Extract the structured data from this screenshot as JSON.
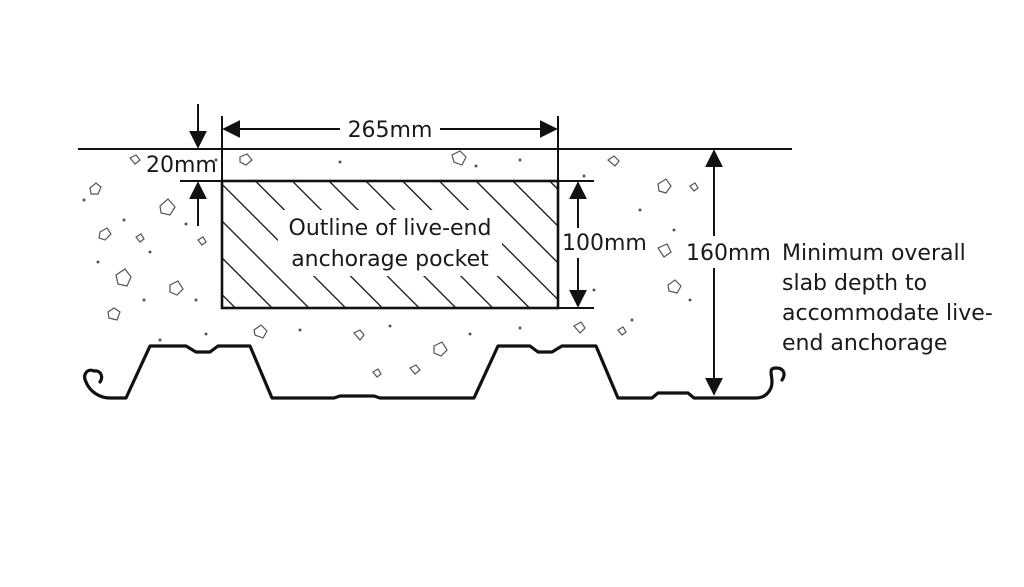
{
  "labels": {
    "width": "265mm",
    "cover": "20mm",
    "pocket_depth": "100mm",
    "slab_depth": "160mm",
    "pocket_line1": "Outline of live-end",
    "pocket_line2": "anchorage pocket",
    "note_line1": "Minimum overall",
    "note_line2": "slab depth to",
    "note_line3": "accommodate live-",
    "note_line4": "end anchorage"
  },
  "colors": {
    "line": "#111111",
    "aggregate": "#555555",
    "background": "#ffffff"
  }
}
